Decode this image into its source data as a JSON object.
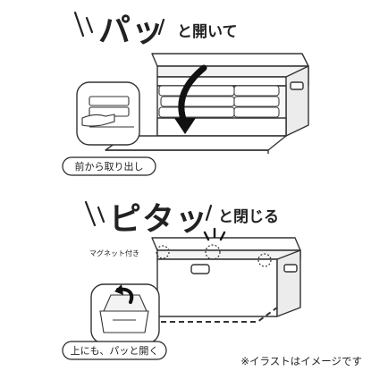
{
  "top_panel": {
    "exclaim": "パッ",
    "suffix": "と開いて",
    "caption": "前から取り出し"
  },
  "bottom_panel": {
    "exclaim": "ピタッ",
    "suffix": "と閉じる",
    "magnet_label": "マグネット付き",
    "caption": "上にも、パッと開く"
  },
  "footnote": "※イラストはイメージです"
}
